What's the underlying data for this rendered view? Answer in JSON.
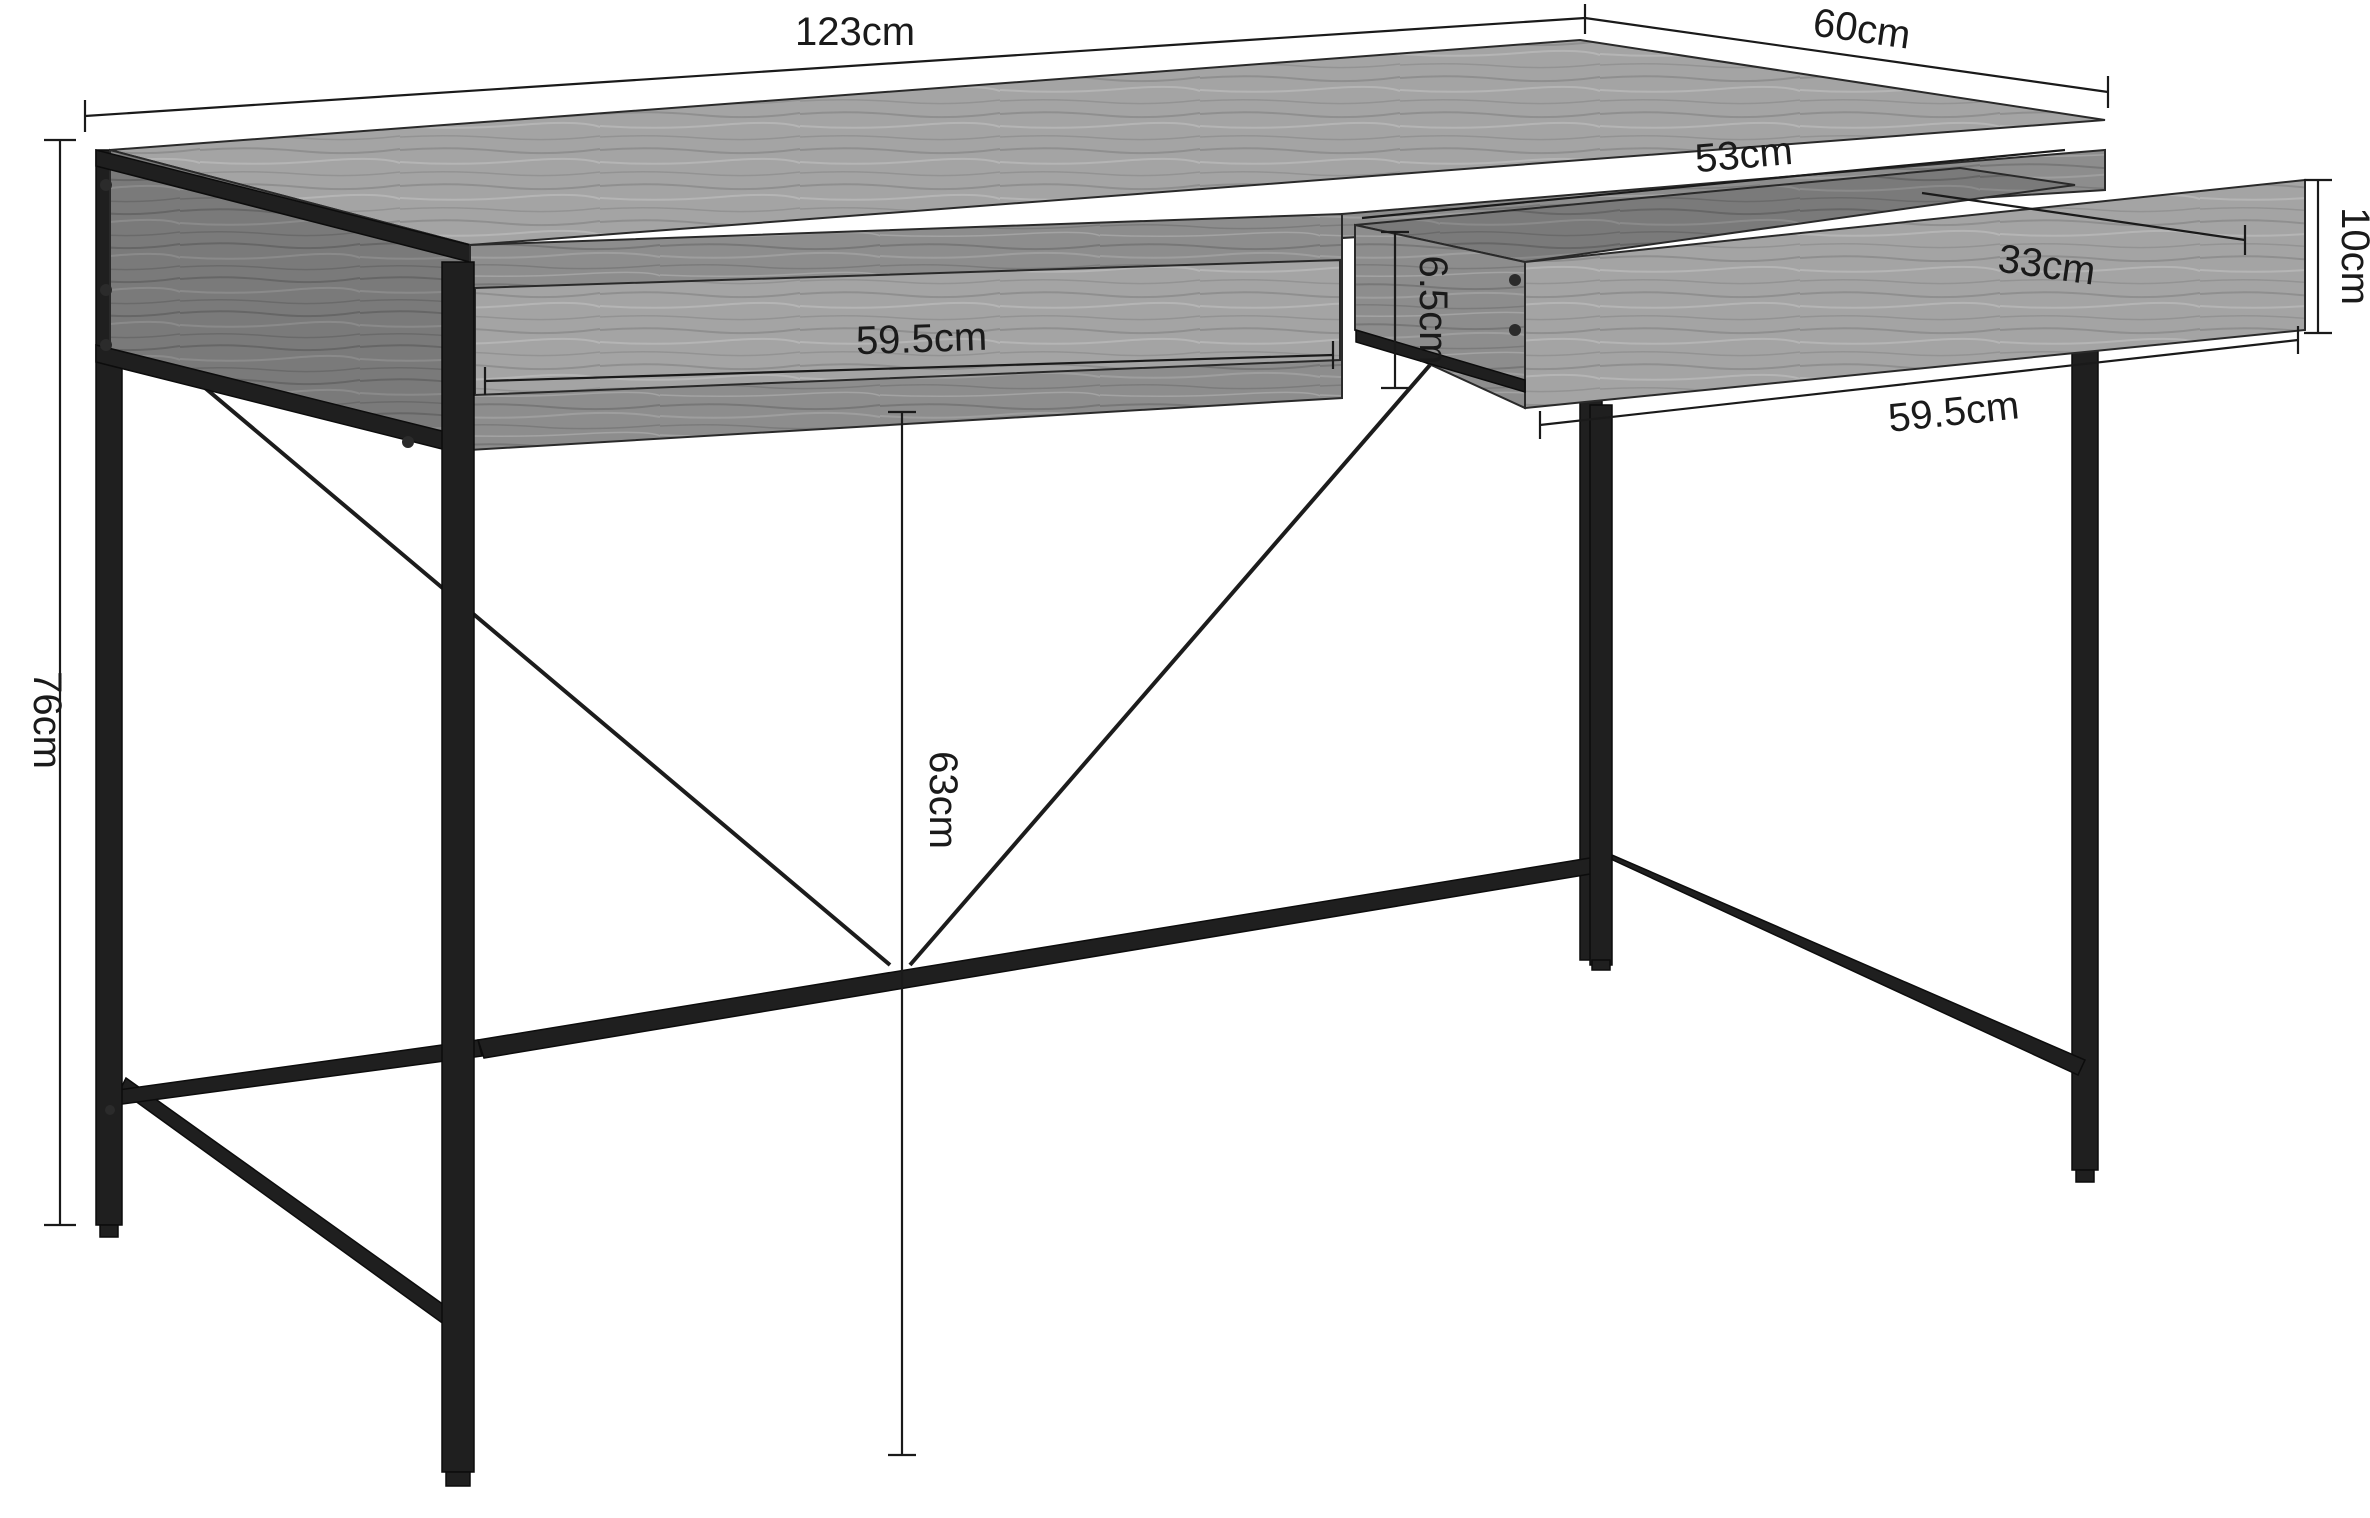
{
  "dimensions": {
    "width": "123cm",
    "depth": "60cm",
    "height": "76cm",
    "drawer_inner_width": "53cm",
    "drawer_depth": "33cm",
    "drawer_height": "10cm",
    "drawer_front_height": "6.5cm",
    "left_drawer_width": "59.5cm",
    "right_drawer_width": "59.5cm",
    "clearance_height": "63cm"
  }
}
